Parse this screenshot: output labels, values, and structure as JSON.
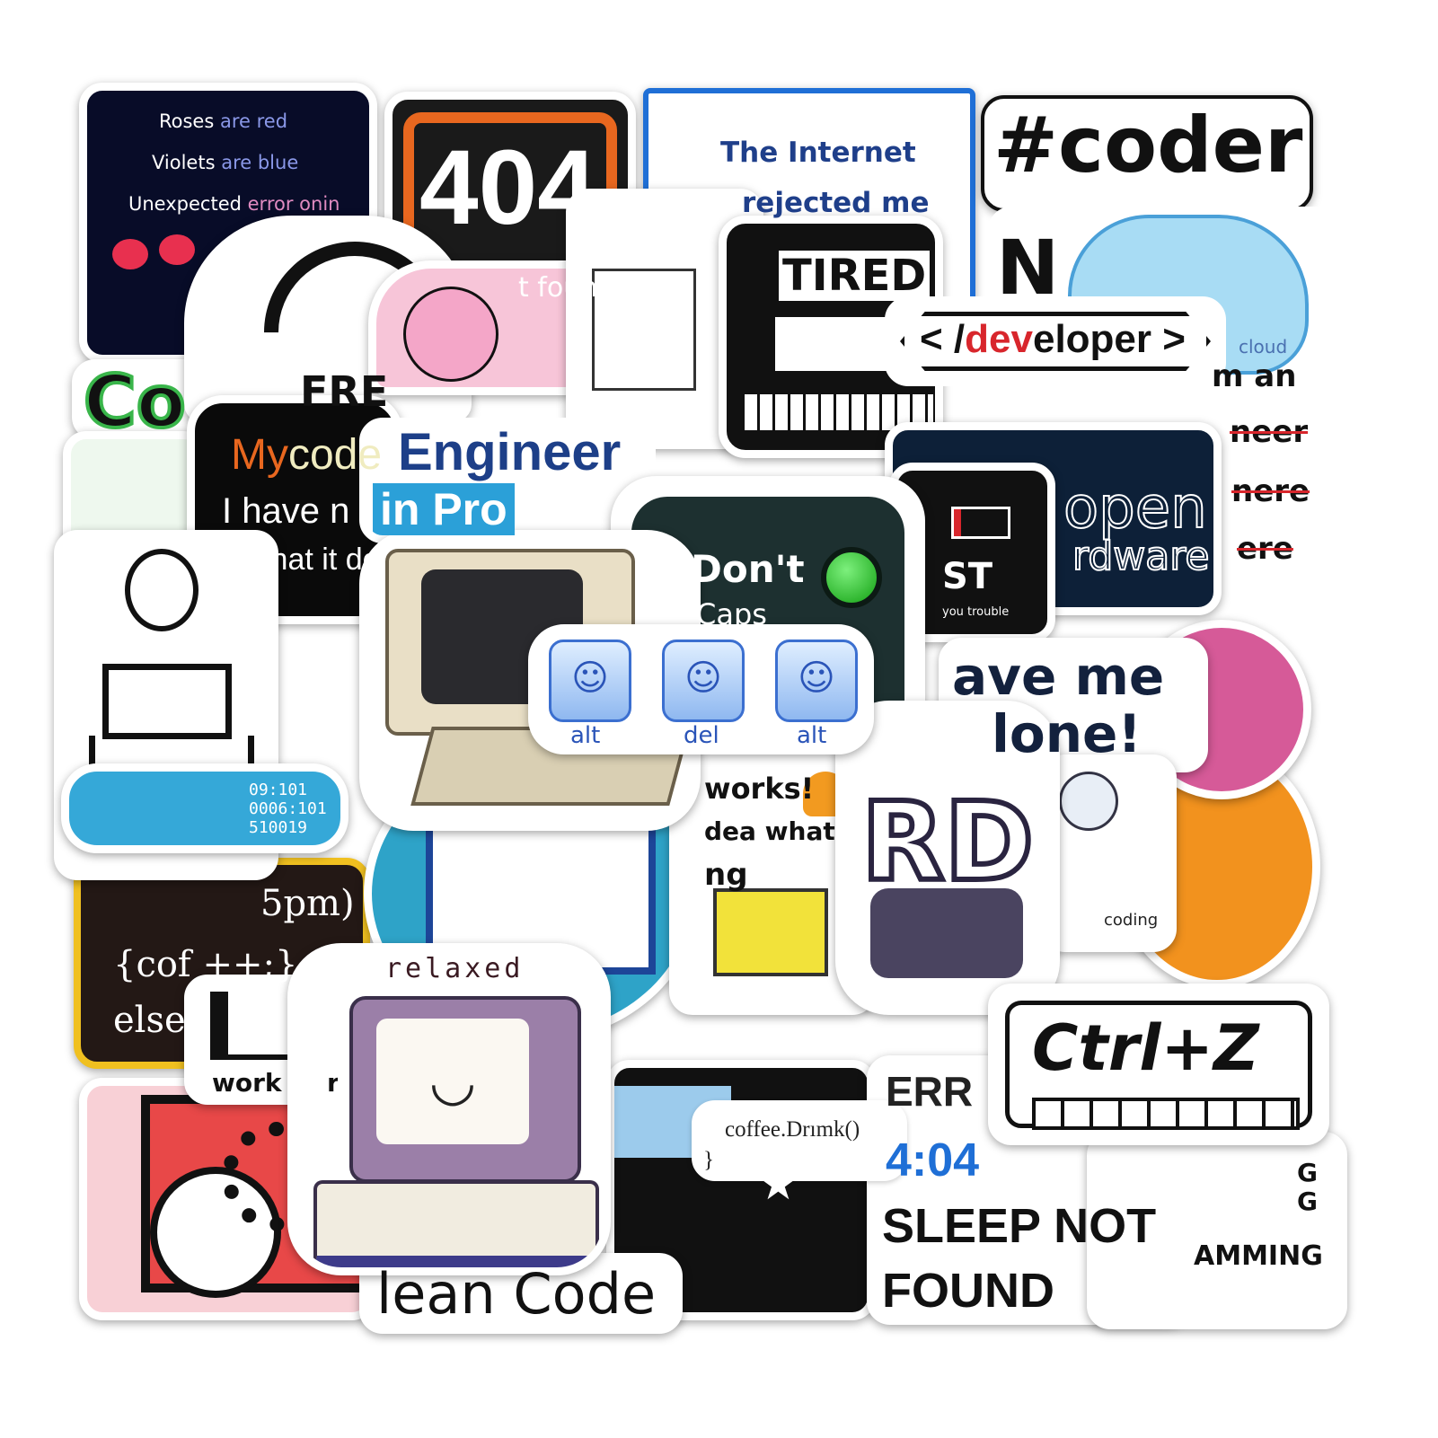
{
  "stickers": {
    "roses": {
      "l1a": "Roses",
      "l1b": "are red",
      "l2a": "Violets",
      "l2b": "are blue",
      "l3a": "Unexpected",
      "l3b": "error onin"
    },
    "notfound": {
      "code": "404",
      "sub": "t found"
    },
    "internet": {
      "l1": "The Internet",
      "l2": "rejected me"
    },
    "coder": {
      "text": "#coder"
    },
    "tired": {
      "text": "TIRED"
    },
    "developer": {
      "open": "< /",
      "accent": "dev",
      "rest": "eloper >"
    },
    "cloud": {
      "l1": "cloud",
      "l2": "m an",
      "l3": "neer",
      "l4": "nere",
      "l5": "ere",
      "l6": "N"
    },
    "co": {
      "text": "Co"
    },
    "wifi": {
      "text": "FRE"
    },
    "mycode": {
      "a": "My",
      "b": "code",
      "l2": "I have n",
      "l3": "what it do"
    },
    "engineer": {
      "l1": "Engineer",
      "l2": "in Pro"
    },
    "dont": {
      "l1": "Don't",
      "l2": "Caps"
    },
    "battery": {
      "l1": "ST",
      "l2": "you trouble"
    },
    "hardware": {
      "l1": "open",
      "l2": "rdware"
    },
    "leave": {
      "l1": "ave me",
      "l2": "lone!"
    },
    "keys": [
      {
        "label": "alt"
      },
      {
        "label": "del"
      },
      {
        "label": "alt"
      }
    ],
    "works": {
      "l1": "works!",
      "l2": "dea what",
      "l3": "ng"
    },
    "nerd": {
      "text": "RD"
    },
    "coding": {
      "text": "coding"
    },
    "ctrlz": {
      "text": "Ctrl+Z"
    },
    "sleep": {
      "l1": "ERR",
      "l2": "4:04",
      "l3": "SLEEP NOT",
      "l4": "FOUND"
    },
    "gaming": {
      "l1": "G",
      "l2": "G",
      "l3": "AMMING"
    },
    "coffee": {
      "l1": "coffee.Drımk()",
      "l2": "}"
    },
    "code5pm": {
      "l1": "5pm)",
      "l2": "{cof   ++;}",
      "l3": "else{"
    },
    "work": {
      "l1": "work",
      "l2": "r"
    },
    "relaxed": {
      "text": "relaxed"
    },
    "clean": {
      "text": "lean Code"
    }
  },
  "colors": {
    "navy": "#0b1030",
    "orange": "#e8671f",
    "blue": "#1f6fd6",
    "green": "#39b54a",
    "red": "#d8262c"
  }
}
